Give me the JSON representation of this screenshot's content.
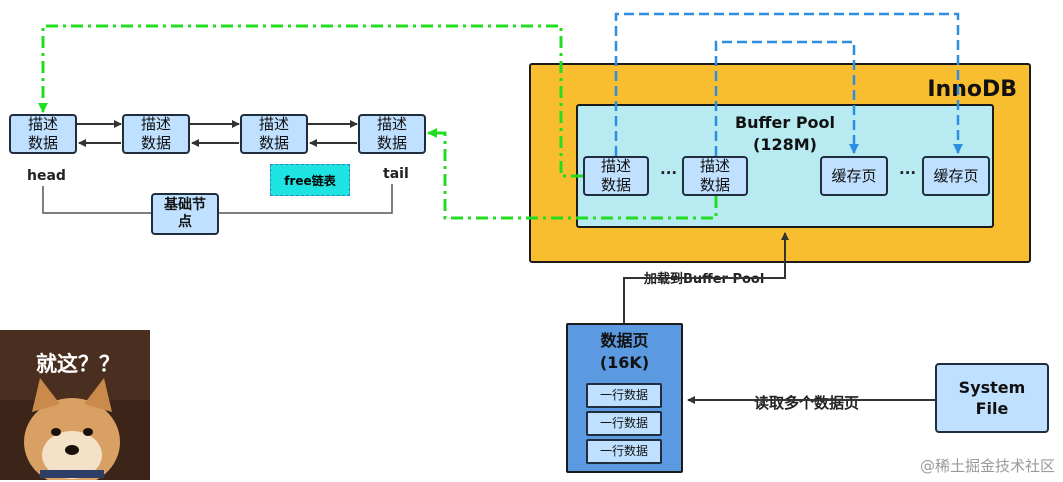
{
  "innodb": {
    "title": "InnoDB"
  },
  "buffer_pool": {
    "title": "Buffer Pool",
    "size": "(128M)"
  },
  "control_blocks": [
    "描述\n数据",
    "描述\n数据",
    "描述\n数据",
    "描述\n数据"
  ],
  "pool_blocks": {
    "desc1": "描述\n数据",
    "desc2": "描述\n数据",
    "cache1": "缓存页",
    "cache2": "缓存页"
  },
  "ellipsis": "...",
  "labels": {
    "head": "head",
    "tail": "tail",
    "base_node": "基础节\n点",
    "free_list": "free链表"
  },
  "load_label": "加载到Buffer Pool",
  "read_label": "读取多个数据页",
  "data_page": {
    "title": "数据页",
    "size": "(16K)",
    "rows": [
      "一行数据",
      "一行数据",
      "一行数据"
    ]
  },
  "system_file": "System\nFile",
  "meme_text": "就这？？",
  "watermark": "@稀土掘金技术社区"
}
